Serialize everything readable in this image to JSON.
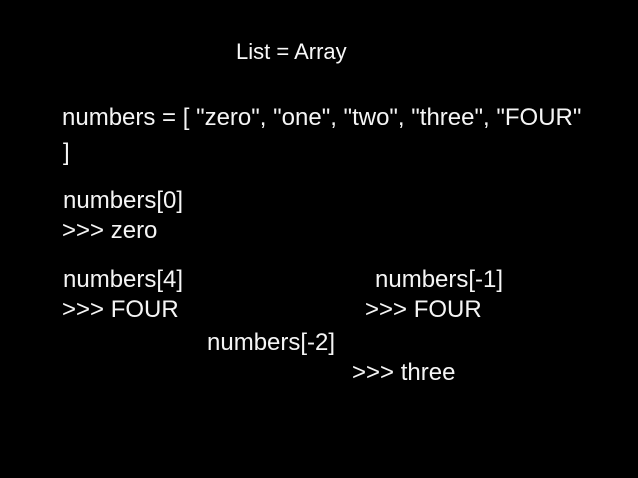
{
  "slide": {
    "colors": {
      "background": "#000000",
      "text": "#f5f5f5"
    },
    "title": "List = Array",
    "list_assignment": {
      "line1": "numbers = [ \"zero\", \"one\", \"two\", \"three\", \"FOUR\"",
      "line2": "]"
    },
    "example_index0": {
      "code": "numbers[0]",
      "output": ">>> zero"
    },
    "example_index4": {
      "code": "numbers[4]",
      "output": ">>> FOUR"
    },
    "example_neg1": {
      "code": "numbers[-1]",
      "output": ">>> FOUR"
    },
    "example_neg2": {
      "code": "numbers[-2]",
      "output": ">>> three"
    }
  }
}
